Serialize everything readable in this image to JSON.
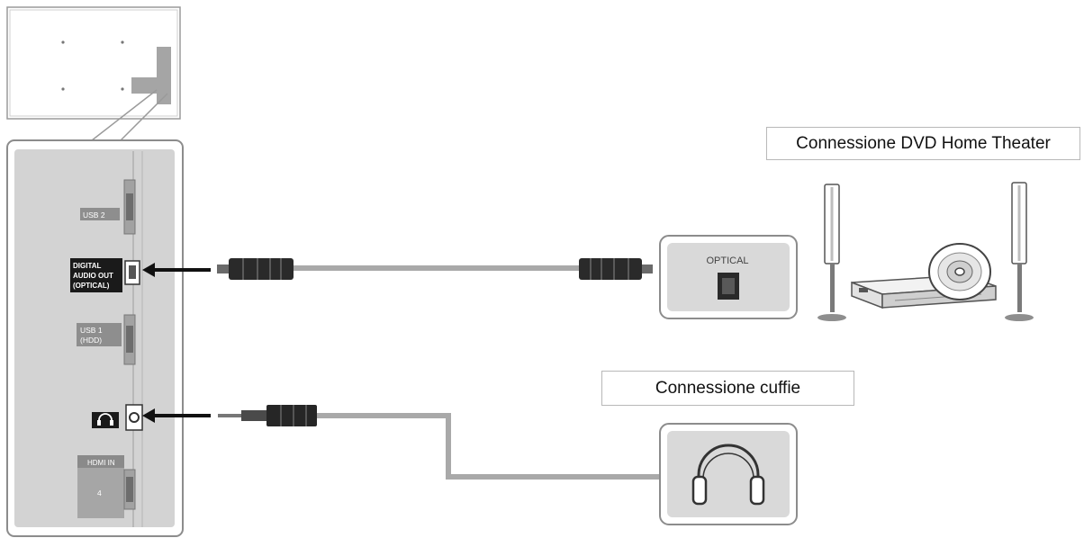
{
  "panel": {
    "usb2_label": "USB 2",
    "digital_label_1": "DIGITAL",
    "digital_label_2": "AUDIO OUT",
    "digital_label_3": "(OPTICAL)",
    "usb1_label_1": "USB 1",
    "usb1_label_2": "(HDD)",
    "hdmi_label": "HDMI IN",
    "hdmi_number": "4"
  },
  "devices": {
    "optical_port_label": "OPTICAL"
  },
  "callouts": {
    "dvd_title": "Connessione DVD Home Theater",
    "headphones_title": "Connessione cuffie"
  },
  "colors": {
    "panel_fill": "#d3d3d3",
    "cable_gray": "#a9a9a9",
    "plug_dark": "#2a2a2a",
    "callout_border": "#b8b8b8"
  }
}
